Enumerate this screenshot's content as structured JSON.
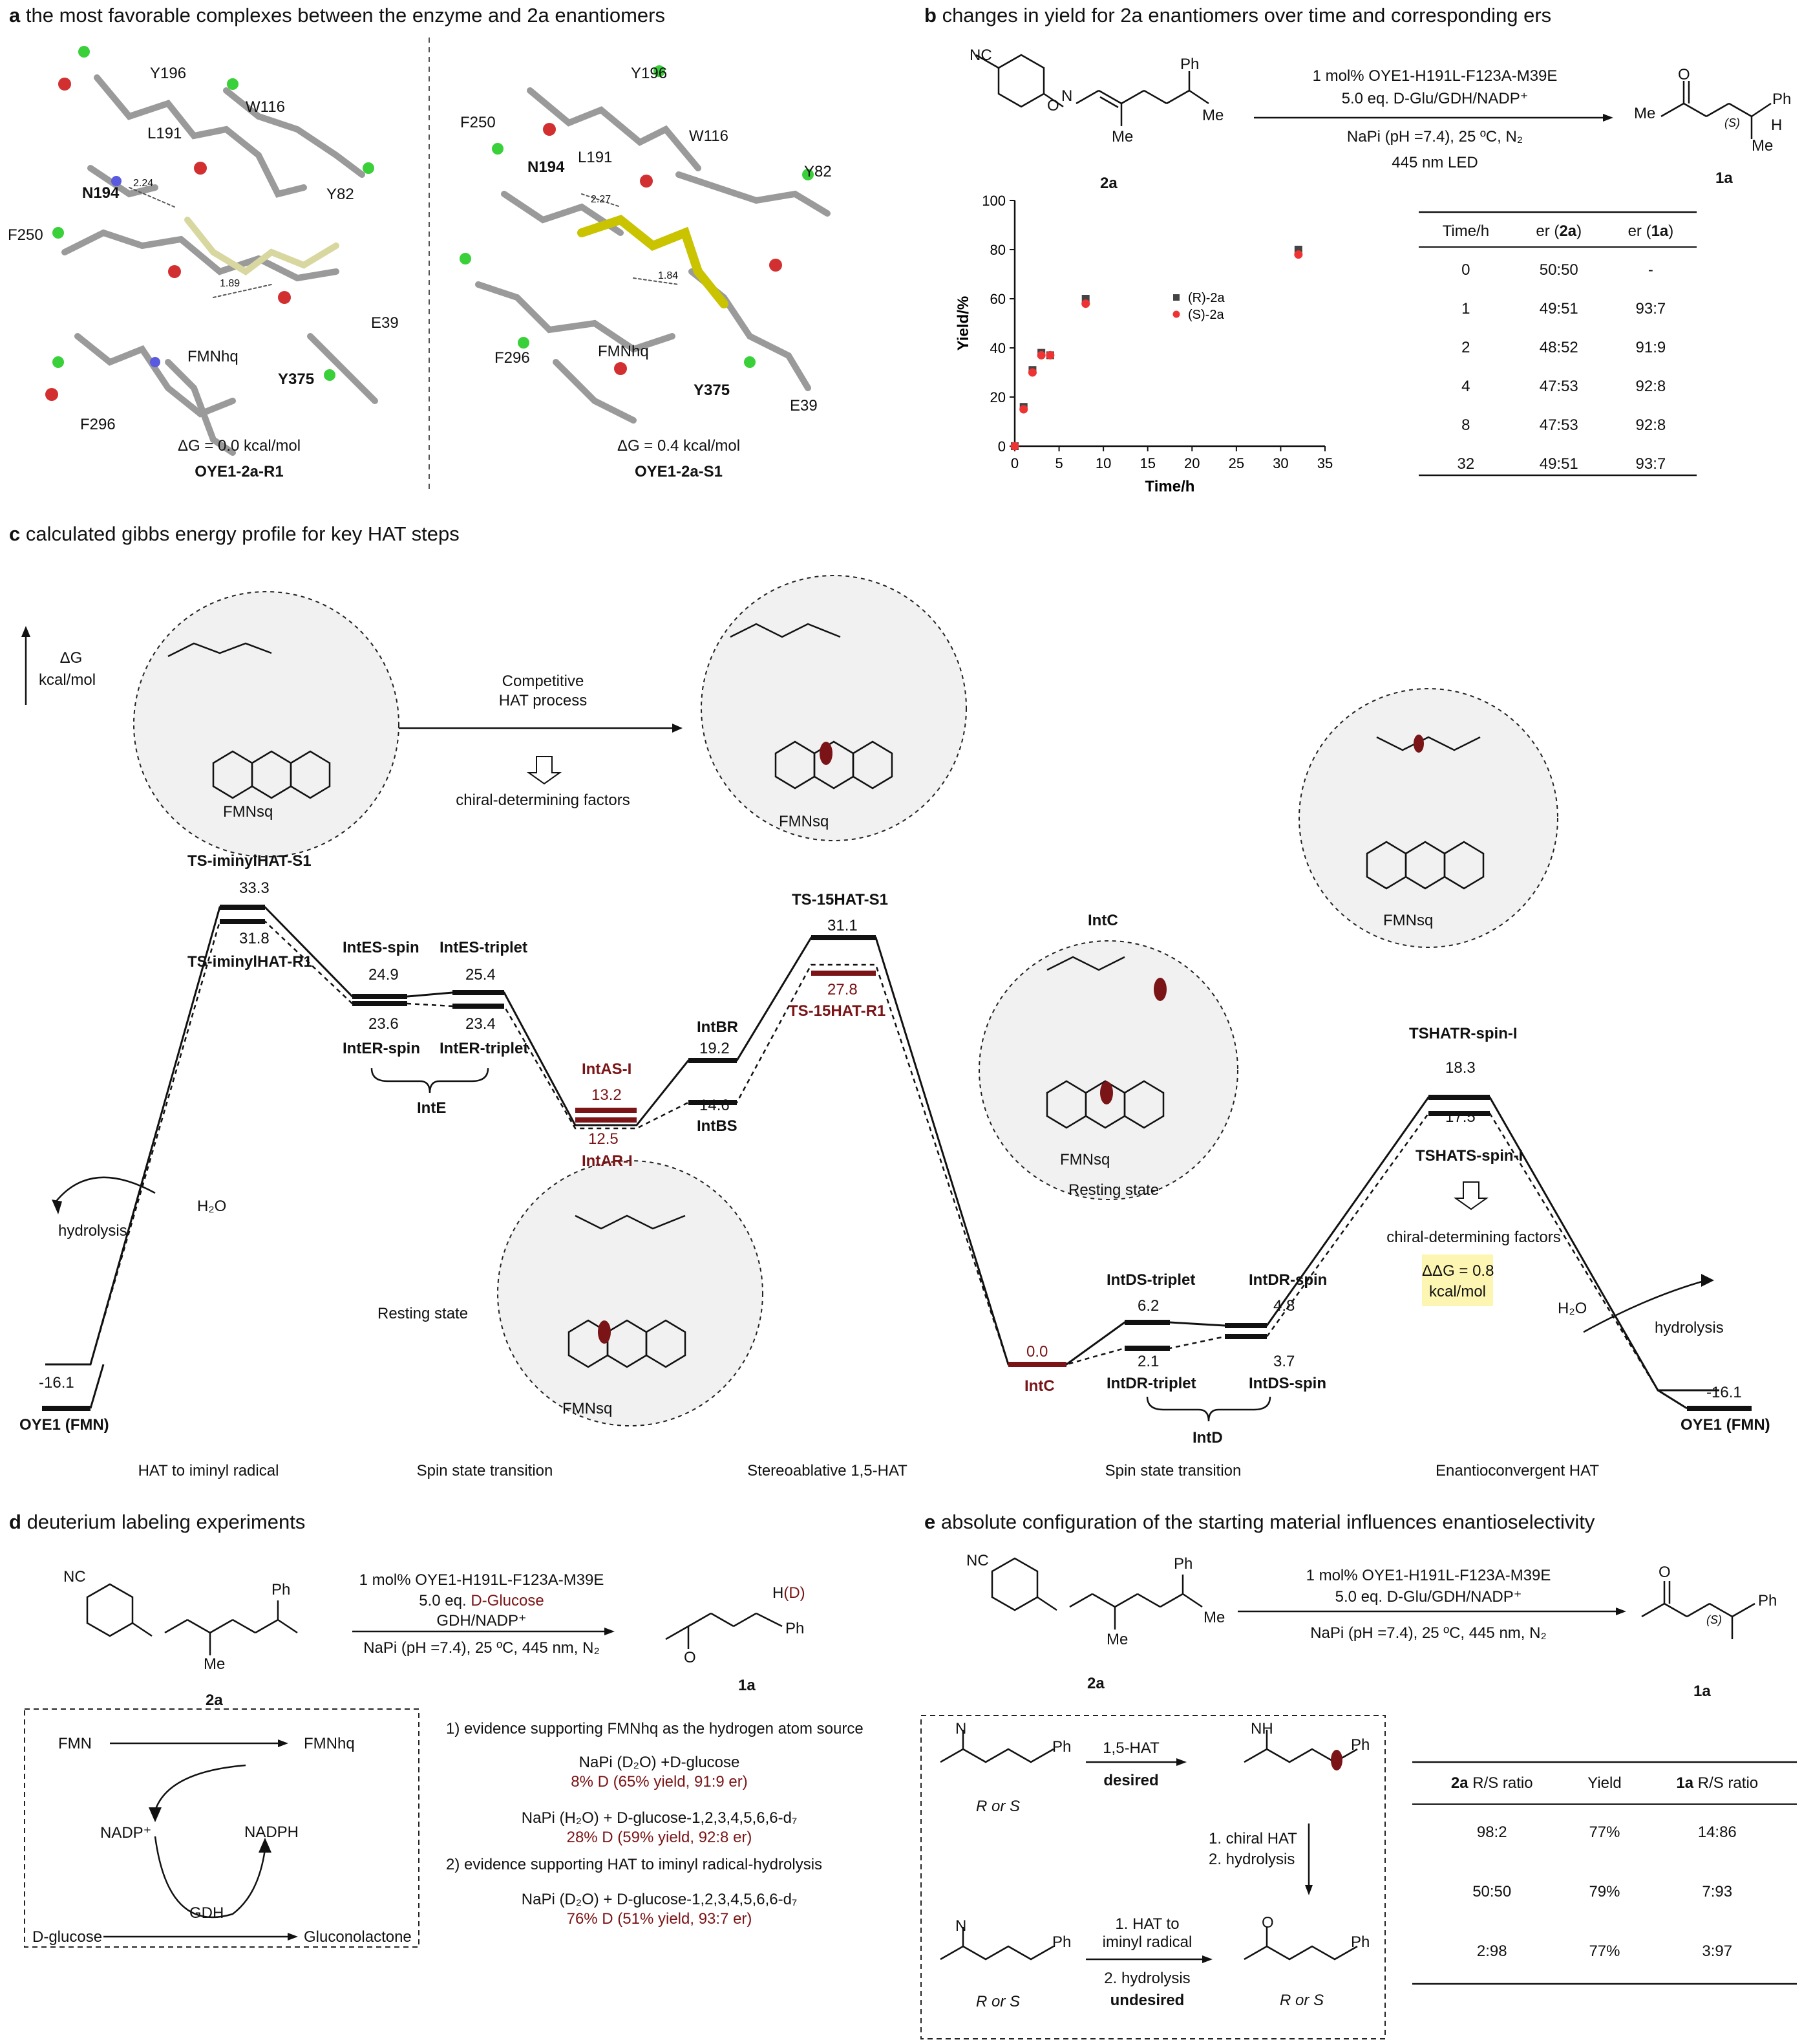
{
  "panel_a": {
    "letter": "a",
    "title": "the most favorable complexes between the enzyme and 2a enantiomers",
    "left": {
      "dg": "ΔG = 0.0 kcal/mol",
      "name": "OYE1-2a-R1",
      "labels": [
        "Y196",
        "W116",
        "L191",
        "N194",
        "F250",
        "Y82",
        "E39",
        "FMNhq",
        "Y375",
        "F296"
      ],
      "dist": [
        "2.24",
        "1.89"
      ]
    },
    "right": {
      "dg": "ΔG = 0.4 kcal/mol",
      "name": "OYE1-2a-S1",
      "labels": [
        "Y196",
        "F250",
        "N194",
        "L191",
        "W116",
        "Y82",
        "F296",
        "FMNhq",
        "Y375",
        "E39"
      ],
      "dist": [
        "2.27",
        "1.84"
      ]
    }
  },
  "panel_b": {
    "letter": "b",
    "title": "changes in yield for 2a enantiomers over time and corresponding ers",
    "conditions": [
      "1 mol% OYE1-H191L-F123A-M39E",
      "5.0 eq. D-Glu/GDH/NADP⁺",
      "NaPi (pH =7.4), 25 ºC, N₂",
      "445 nm LED"
    ],
    "substrate_label": "2a",
    "product_label": "1a",
    "table": {
      "headers": [
        "Time/h",
        "er (2a)",
        "er (1a)"
      ],
      "rows": [
        [
          "0",
          "50:50",
          "-"
        ],
        [
          "1",
          "49:51",
          "93:7"
        ],
        [
          "2",
          "48:52",
          "91:9"
        ],
        [
          "4",
          "47:53",
          "92:8"
        ],
        [
          "8",
          "47:53",
          "92:8"
        ],
        [
          "32",
          "49:51",
          "93:7"
        ]
      ]
    }
  },
  "chart_data": {
    "type": "scatter",
    "xlabel": "Time/h",
    "ylabel": "Yield/%",
    "xlim": [
      0,
      35
    ],
    "ylim": [
      0,
      100
    ],
    "x_ticks": [
      0,
      5,
      10,
      15,
      20,
      25,
      30,
      35
    ],
    "y_ticks": [
      0,
      20,
      40,
      60,
      80,
      100
    ],
    "legend_position": "right-center",
    "series": [
      {
        "name": "(R)-2a",
        "color": "#444444",
        "x": [
          0,
          1,
          2,
          3,
          4,
          8,
          32
        ],
        "y": [
          0,
          16,
          31,
          38,
          37,
          60,
          80
        ]
      },
      {
        "name": "(S)-2a",
        "color": "#ee3333",
        "x": [
          0,
          1,
          2,
          3,
          4,
          8,
          32
        ],
        "y": [
          0,
          15,
          30,
          37,
          37,
          58,
          78
        ]
      }
    ]
  },
  "panel_c": {
    "letter": "c",
    "title": "calculated gibbs energy profile for key HAT steps",
    "axis": [
      "ΔG",
      "kcal/mol"
    ],
    "competitive": [
      "Competitive",
      "HAT process",
      "chiral-determining factors"
    ],
    "levels": {
      "oye_left": {
        "val": "-16.1",
        "name": "OYE1 (FMN)"
      },
      "ts_imin_s": {
        "val": "33.3",
        "name": "TS-iminylHAT-S1"
      },
      "ts_imin_r": {
        "val": "31.8",
        "name": "TS-iminylHAT-R1"
      },
      "ies_spin": {
        "val": "24.9",
        "name": "IntES-spin"
      },
      "ies_trip": {
        "val": "25.4",
        "name": "IntES-triplet"
      },
      "ier_spin": {
        "val": "23.6",
        "name": "IntER-spin"
      },
      "ier_trip": {
        "val": "23.4",
        "name": "IntER-triplet"
      },
      "inte": "IntE",
      "ias": {
        "val": "13.2",
        "name": "IntAS-I"
      },
      "iar": {
        "val": "12.5",
        "name": "IntAR-I"
      },
      "ibr": {
        "val": "19.2",
        "name": "IntBR"
      },
      "ibs": {
        "val": "14.6",
        "name": "IntBS"
      },
      "ts15_s": {
        "val": "31.1",
        "name": "TS-15HAT-S1"
      },
      "ts15_r": {
        "val": "27.8",
        "name": "TS-15HAT-R1"
      },
      "intc": {
        "val": "0.0",
        "name": "IntC"
      },
      "ids_trip": {
        "val": "6.2",
        "name": "IntDS-triplet"
      },
      "idr_trip": {
        "val": "2.1",
        "name": "IntDR-triplet"
      },
      "idr_spin": {
        "val": "4.8",
        "name": "IntDR-spin"
      },
      "ids_spin": {
        "val": "3.7",
        "name": "IntDS-spin"
      },
      "intd": "IntD",
      "tshatr": {
        "val": "18.3",
        "name": "TSHATR-spin-I"
      },
      "tshats": {
        "val": "17.5",
        "name": "TSHATS-spin-I"
      },
      "oye_right": {
        "val": "-16.1",
        "name": "OYE1 (FMN)"
      }
    },
    "intc_circle_title": "IntC",
    "resting_state": "Resting state",
    "resting_state_2": "Resting state",
    "ddg": [
      "ΔΔG = 0.8",
      "kcal/mol"
    ],
    "chiral_factors_right": "chiral-determining factors",
    "water": "H₂O",
    "hydrolysis": "hydrolysis",
    "fmn_sq": "FMNsq",
    "bands": [
      "HAT to iminyl radical",
      "Spin state transition",
      "Stereoablative 1,5-HAT",
      "Spin state transition",
      "Enantioconvergent HAT"
    ],
    "band_colors": {
      "blue": "#cfe0f4",
      "yellow": "#fdf6b3"
    }
  },
  "panel_d": {
    "letter": "d",
    "title": "deuterium labeling experiments",
    "conditions": [
      "1 mol% OYE1-H191L-F123A-M39E",
      "5.0 eq.",
      "D-Glucose",
      "GDH/NADP⁺",
      "NaPi (pH =7.4), 25 ºC, 445 nm, N₂"
    ],
    "substrate": "2a",
    "product": "1a",
    "cycle": {
      "fmn": "FMN",
      "fmnhq": "FMNhq",
      "nadp": "NADP⁺",
      "nadph": "NADPH",
      "gdh": "GDH",
      "dglucose": "D-glucose",
      "glucono": "Gluconolactone"
    },
    "evidence1": "1) evidence supporting FMNhq as the hydrogen atom source",
    "e1a": "NaPi (D₂O) +D-glucose",
    "e1a_res": "8% D (65% yield, 91:9 er)",
    "e1b": "NaPi (H₂O) + D-glucose-1,2,3,4,5,6,6-d₇",
    "e1b_res": "28% D (59% yield, 92:8 er)",
    "evidence2": "2) evidence supporting HAT to iminyl radical-hydrolysis",
    "e2a": "NaPi (D₂O) + D-glucose-1,2,3,4,5,6,6-d₇",
    "e2a_res": "76% D (51% yield, 93:7 er)"
  },
  "panel_e": {
    "letter": "e",
    "title": "absolute configuration of the starting material influences enantioselectivity",
    "conditions": [
      "1 mol% OYE1-H191L-F123A-M39E",
      "5.0 eq. D-Glu/GDH/NADP⁺",
      "NaPi (pH =7.4), 25 ºC, 445 nm, N₂"
    ],
    "substrate": "2a",
    "product": "1a",
    "scheme": {
      "hat15": "1,5-HAT",
      "desired": "desired",
      "chiral1": "1. chiral HAT",
      "chiral2": "2. hydrolysis",
      "u1": "1. HAT to",
      "u1b": "iminyl radical",
      "u2": "2. hydrolysis",
      "undesired": "undesired",
      "ros": "R or S"
    },
    "table": {
      "headers": [
        "2a R/S ratio",
        "Yield",
        "1a R/S ratio"
      ],
      "rows": [
        [
          "98:2",
          "77%",
          "14:86"
        ],
        [
          "50:50",
          "79%",
          "7:93"
        ],
        [
          "2:98",
          "77%",
          "3:97"
        ]
      ]
    }
  }
}
